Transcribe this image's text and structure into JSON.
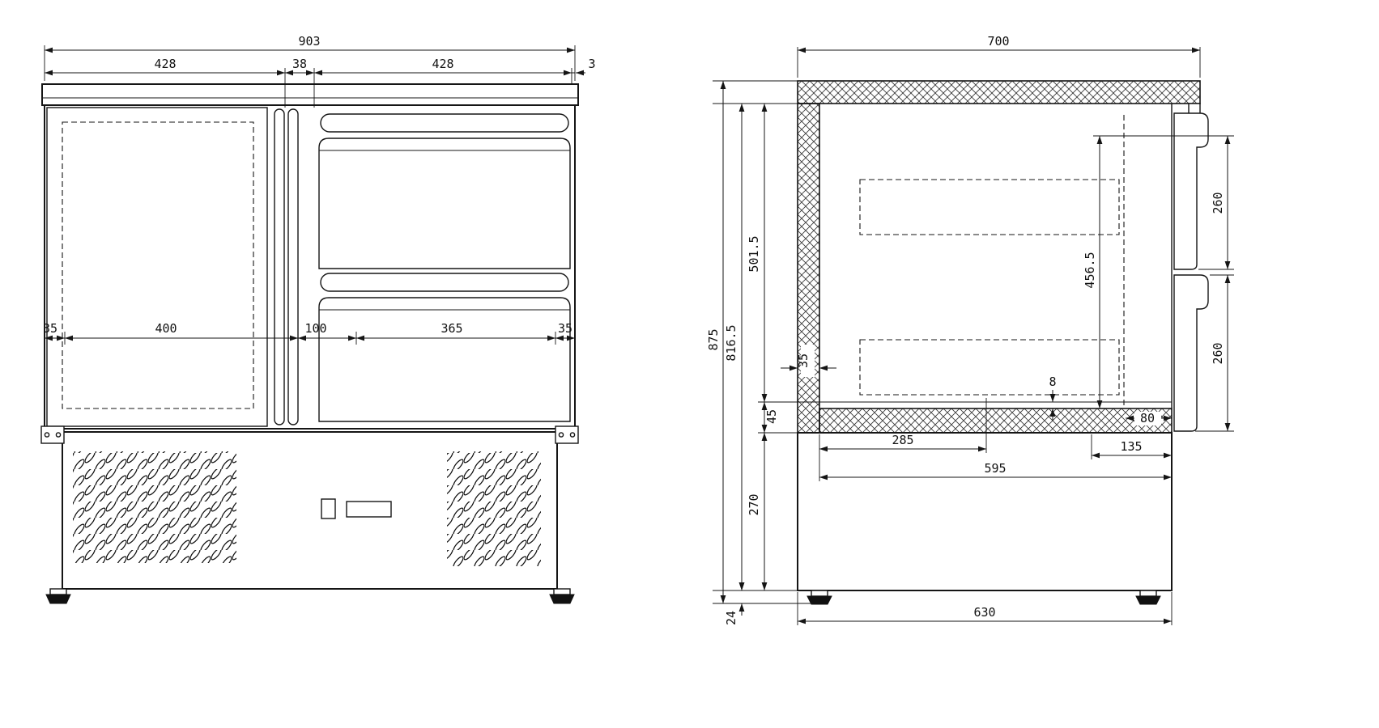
{
  "colors": {
    "line": "#151515",
    "background": "#ffffff"
  },
  "front_view": {
    "dims": {
      "total_width": "903",
      "left_section_width": "428",
      "divider_width": "38",
      "right_section_width": "428",
      "right_edge_offset": "3",
      "left_margin": "35",
      "door_opening_width": "400",
      "center_column_width": "100",
      "drawer_opening_width": "365",
      "right_margin": "35"
    }
  },
  "side_view": {
    "dims": {
      "total_depth": "700",
      "overall_height": "875",
      "body_height": "816.5",
      "interior_height": "501.5",
      "drawer_zone_height": "456.5",
      "upper_drawer_height": "260",
      "lower_drawer_height": "260",
      "wall_thickness": "35",
      "bottom_insulation_height": "45",
      "floor_panel_step": "8",
      "rear_bottom_depth": "80",
      "front_bottom_depth": "285",
      "rear_run_depth": "135",
      "bottom_opening_depth": "595",
      "base_height": "270",
      "foot_height": "24",
      "base_depth": "630"
    }
  }
}
